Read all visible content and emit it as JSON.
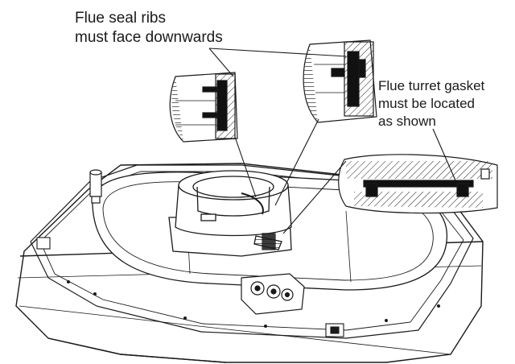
{
  "annotations": {
    "flue_seal": {
      "line1": "Flue seal ribs",
      "line2": "must face downwards"
    },
    "turret_gasket": {
      "line1": "Flue turret gasket",
      "line2": "must be located",
      "line3": "as shown"
    }
  },
  "colors": {
    "ink": "#1a1a1a",
    "paper": "#ffffff",
    "seal": "#111111"
  }
}
